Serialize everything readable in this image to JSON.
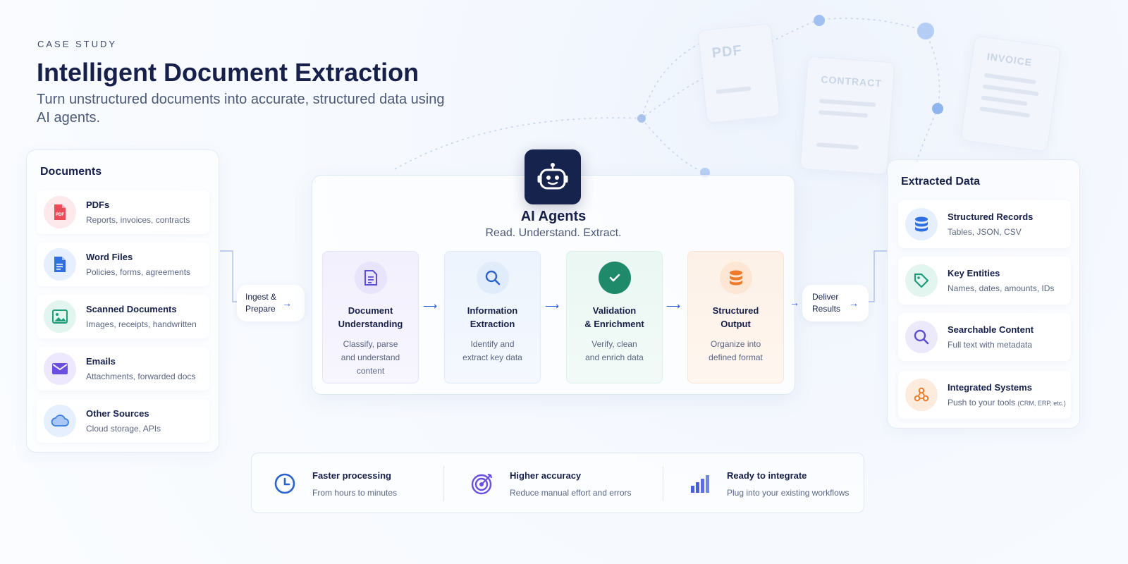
{
  "header": {
    "eyebrow": "CASE STUDY",
    "title": "Intelligent Document Extraction",
    "subtitle": "Turn unstructured documents into accurate, structured data using AI agents."
  },
  "decor": {
    "pdf_label": "PDF",
    "contract_label": "CONTRACT",
    "invoice_label": "INVOICE"
  },
  "sources": {
    "title": "Documents",
    "items": [
      {
        "title": "PDFs",
        "subtitle": "Reports, invoices, contracts",
        "icon": "pdf-icon",
        "color": "#e8424e"
      },
      {
        "title": "Word Files",
        "subtitle": "Policies, forms, agreements",
        "icon": "word-file-icon",
        "color": "#2f6fe0"
      },
      {
        "title": "Scanned Documents",
        "subtitle": "Images, receipts, handwritten",
        "icon": "image-icon",
        "color": "#1e9d7a"
      },
      {
        "title": "Emails",
        "subtitle": "Attachments, forwarded docs",
        "icon": "mail-icon",
        "color": "#6a4fe0"
      },
      {
        "title": "Other Sources",
        "subtitle": "Cloud storage, APIs",
        "icon": "cloud-icon",
        "color": "#3a7fe0"
      }
    ]
  },
  "ingest": {
    "line1": "Ingest &",
    "line2": "Prepare"
  },
  "agents": {
    "title": "AI Agents",
    "subtitle": "Read. Understand. Extract.",
    "steps": [
      {
        "title1": "Document",
        "title2": "Understanding",
        "desc1": "Classify, parse",
        "desc2": "and understand",
        "desc3": "content",
        "icon": "document-scan-icon",
        "color": "#5b4fd0"
      },
      {
        "title1": "Information",
        "title2": "Extraction",
        "desc1": "Identify and",
        "desc2": "extract key data",
        "desc3": "",
        "icon": "search-icon",
        "color": "#2a63c9"
      },
      {
        "title1": "Validation",
        "title2": "& Enrichment",
        "desc1": "Verify, clean",
        "desc2": "and enrich data",
        "desc3": "",
        "icon": "check-icon",
        "color": "#1e8a6a"
      },
      {
        "title1": "Structured",
        "title2": "Output",
        "desc1": "Organize into",
        "desc2": "defined format",
        "desc3": "",
        "icon": "database-icon",
        "color": "#ee7a2a"
      }
    ]
  },
  "deliver": {
    "line1": "Deliver",
    "line2": "Results"
  },
  "outputs": {
    "title": "Extracted Data",
    "items": [
      {
        "title": "Structured Records",
        "subtitle": "Tables, JSON, CSV",
        "icon": "database-icon",
        "color": "#2f6fe0"
      },
      {
        "title": "Key Entities",
        "subtitle": "Names, dates, amounts, IDs",
        "icon": "tag-icon",
        "color": "#1e9d7a"
      },
      {
        "title": "Searchable Content",
        "subtitle": "Full text with metadata",
        "icon": "search-icon",
        "color": "#5b4fd0"
      },
      {
        "title": "Integrated Systems",
        "subtitle": "Push to your tools",
        "subtitle_small": "(CRM, ERP, etc.)",
        "icon": "integration-icon",
        "color": "#ee7a2a"
      }
    ]
  },
  "benefits": [
    {
      "title": "Faster processing",
      "subtitle": "From hours to minutes",
      "icon": "clock-icon",
      "color": "#2a63c9"
    },
    {
      "title": "Higher accuracy",
      "subtitle": "Reduce manual effort and errors",
      "icon": "target-icon",
      "color": "#6a4fe0"
    },
    {
      "title": "Ready to integrate",
      "subtitle": "Plug into your existing workflows",
      "icon": "bar-chart-icon",
      "color": "#4a5fe0"
    }
  ]
}
